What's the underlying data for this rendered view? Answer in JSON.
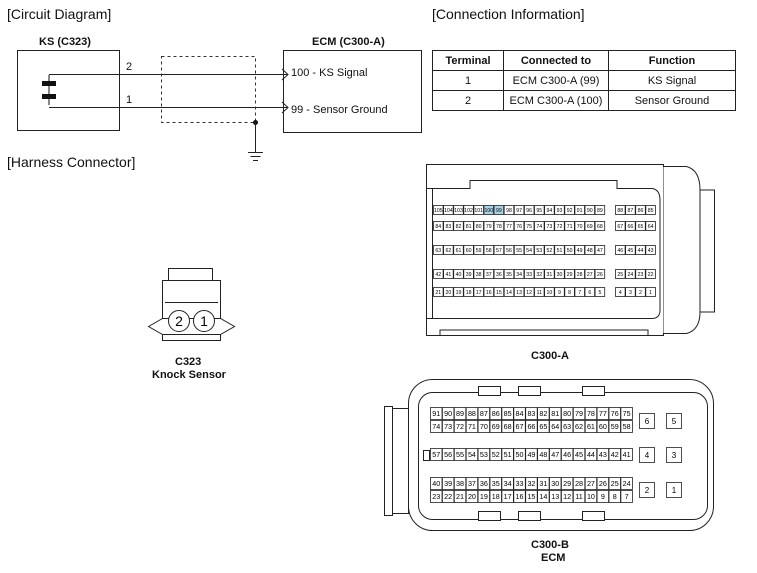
{
  "sections": {
    "circuit": "[Circuit Diagram]",
    "connection": "[Connection Information]",
    "harness": "[Harness Connector]"
  },
  "circuit": {
    "ks_title": "KS (C323)",
    "ecm_title": "ECM (C300-A)",
    "ks_pin_upper": "2",
    "ks_pin_lower": "1",
    "ecm_pin_upper": "100 - KS Signal",
    "ecm_pin_lower": "99 - Sensor Ground"
  },
  "connection_table": {
    "headers": [
      "Terminal",
      "Connected to",
      "Function"
    ],
    "rows": [
      [
        "1",
        "ECM C300-A (99)",
        "KS Signal"
      ],
      [
        "2",
        "ECM C300-A (100)",
        "Sensor Ground"
      ]
    ]
  },
  "c323": {
    "pins": [
      "2",
      "1"
    ],
    "name": "C323",
    "desc": "Knock Sensor"
  },
  "c300a": {
    "label": "C300-A",
    "highlight_color": "#a9d3e6",
    "highlighted": [
      "100",
      "99"
    ],
    "rows": [
      {
        "main": [
          "105",
          "104",
          "103",
          "102",
          "101",
          "100",
          "99",
          "98",
          "97",
          "96",
          "95",
          "94",
          "93",
          "92",
          "91",
          "90",
          "89"
        ],
        "side": [
          "88",
          "87",
          "86",
          "85"
        ]
      },
      {
        "main": [
          "84",
          "83",
          "82",
          "81",
          "80",
          "79",
          "78",
          "77",
          "76",
          "75",
          "74",
          "73",
          "72",
          "71",
          "70",
          "69",
          "68"
        ],
        "side": [
          "67",
          "66",
          "65",
          "64"
        ]
      },
      {
        "main": [
          "63",
          "62",
          "61",
          "60",
          "59",
          "58",
          "57",
          "56",
          "55",
          "54",
          "53",
          "52",
          "51",
          "50",
          "49",
          "48",
          "47"
        ],
        "side": [
          "46",
          "45",
          "44",
          "43"
        ]
      },
      {
        "main": [
          "42",
          "41",
          "40",
          "39",
          "38",
          "37",
          "36",
          "35",
          "34",
          "33",
          "32",
          "31",
          "30",
          "29",
          "28",
          "27",
          "26"
        ],
        "side": [
          "25",
          "24",
          "23",
          "22"
        ]
      },
      {
        "main": [
          "21",
          "20",
          "19",
          "18",
          "17",
          "16",
          "15",
          "14",
          "13",
          "12",
          "11",
          "10",
          "9",
          "8",
          "7",
          "6",
          "5"
        ],
        "side": [
          "4",
          "3",
          "2",
          "1"
        ]
      }
    ]
  },
  "c300b": {
    "label": "C300-B",
    "sublabel": "ECM",
    "rows": [
      [
        "91",
        "90",
        "89",
        "88",
        "87",
        "86",
        "85",
        "84",
        "83",
        "82",
        "81",
        "80",
        "79",
        "78",
        "77",
        "76",
        "75"
      ],
      [
        "74",
        "73",
        "72",
        "71",
        "70",
        "69",
        "68",
        "67",
        "66",
        "65",
        "64",
        "63",
        "62",
        "61",
        "60",
        "59",
        "58"
      ],
      [
        "57",
        "56",
        "55",
        "54",
        "53",
        "52",
        "51",
        "50",
        "49",
        "48",
        "47",
        "46",
        "45",
        "44",
        "43",
        "42",
        "41"
      ],
      [
        "40",
        "39",
        "38",
        "37",
        "36",
        "35",
        "34",
        "33",
        "32",
        "31",
        "30",
        "29",
        "28",
        "27",
        "26",
        "25",
        "24"
      ],
      [
        "23",
        "22",
        "21",
        "20",
        "19",
        "18",
        "17",
        "16",
        "15",
        "14",
        "13",
        "12",
        "11",
        "10",
        "9",
        "8",
        "7"
      ]
    ],
    "side": [
      [
        "6",
        "5"
      ],
      [
        "4",
        "3"
      ],
      [
        "2",
        "1"
      ]
    ]
  }
}
